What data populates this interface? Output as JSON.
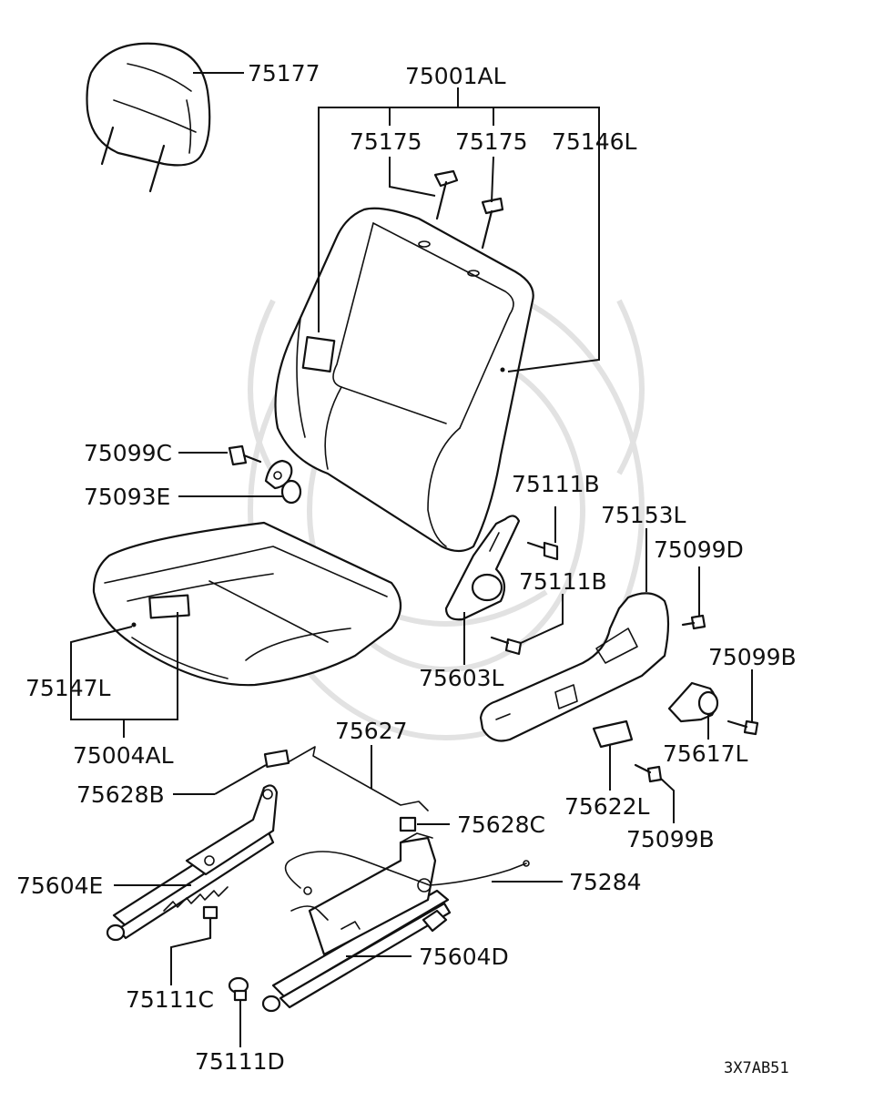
{
  "diagram": {
    "code": "3X7AB51",
    "labels": {
      "headrest": "75177",
      "backrest_assy": "75001AL",
      "bolt_left": "75175",
      "bolt_right": "75175",
      "back_cover": "75146L",
      "screw_75099c": "75099C",
      "bushing": "75093E",
      "bolt_75111b_upper": "75111B",
      "side_cover": "75153L",
      "screw_75099d": "75099D",
      "bolt_75111b_lower": "75111B",
      "recliner": "75603L",
      "screw_75099b_right": "75099B",
      "knob": "75617L",
      "cushion_cover": "75147L",
      "cushion_assy": "75004AL",
      "rod": "75627",
      "clip_left": "75628B",
      "clip_right": "75628C",
      "cap": "75622L",
      "screw_75099b_lower": "75099B",
      "rail_left": "75604E",
      "cable": "75284",
      "rail_right": "75604D",
      "bolt_75111c": "75111C",
      "bolt_75111d": "75111D"
    }
  }
}
